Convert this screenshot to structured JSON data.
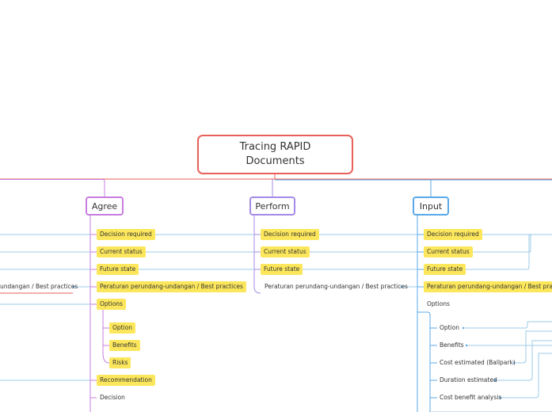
{
  "root": {
    "title": "Tracing RAPID Documents"
  },
  "colors": {
    "root": "#e8605a",
    "agree": "#c87de0",
    "perform": "#a48ae6",
    "input": "#5aa8e8",
    "tag": "#fce75c"
  },
  "branches": {
    "agree": {
      "label": "Agree",
      "items": [
        "Decision required",
        "Current status",
        "Future state",
        "Peraturan perundang-undangan / Best practices",
        "Options",
        "Recommendation",
        "Decision"
      ],
      "options": [
        "Option",
        "Benefits",
        "Risks"
      ]
    },
    "perform": {
      "label": "Perform",
      "items": [
        "Decision required",
        "Current status",
        "Future state",
        "Peraturan perundang-undangan / Best practices"
      ]
    },
    "input": {
      "label": "Input",
      "items": [
        "Decision required",
        "Current status",
        "Future state",
        "Peraturan perundang-undangan / Best practices",
        "Options"
      ],
      "options": [
        "Option",
        "Benefits",
        "Cost estimated (Ballpark)",
        "Duration estimated",
        "Cost benefit analysis"
      ]
    },
    "left_partial": {
      "label": "undangan / Best practices"
    }
  }
}
